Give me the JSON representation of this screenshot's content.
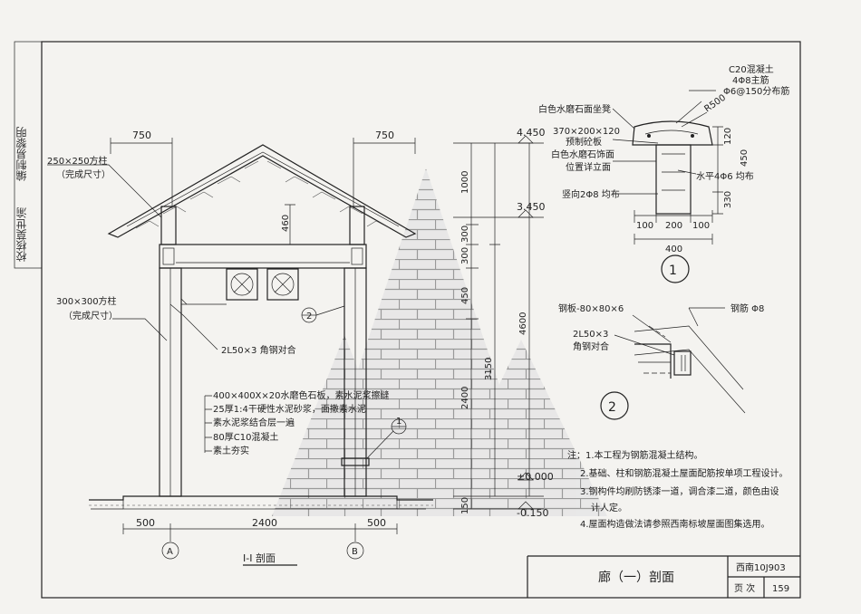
{
  "side_strip": {
    "row1": "校核",
    "row1b": "莫世渝",
    "row2": "编制",
    "row2b": "易黎明"
  },
  "section": {
    "title": "I-I 剖面",
    "axis_a": "A",
    "axis_b": "B",
    "dims_bottom": [
      "500",
      "2400",
      "500"
    ],
    "dim_top_left": "750",
    "dim_top_right": "750",
    "dim_460": "460",
    "column_top": "250×250方柱",
    "column_top_sub": "（完成尺寸）",
    "column_main": "300×300方柱",
    "column_main_sub": "（完成尺寸）",
    "angle_label": "2L50×3 角钢对合",
    "detail_ref_2": "2",
    "detail_ref_1": "1",
    "floor_layers": [
      "400×400X×20水磨色石板，素水泥浆擦缝",
      "25厚1:4干硬性水泥砂浆，面撒素水泥",
      "素水泥浆结合层一遍",
      "80厚C10混凝土",
      "素土夯实"
    ]
  },
  "elevations": {
    "top": "4.450",
    "mid": "3.450",
    "zero": "±0.000",
    "bottom": "-0.150",
    "dims": [
      "1000",
      "300",
      "300",
      "450",
      "3150",
      "2400",
      "4600",
      "150"
    ]
  },
  "detail1": {
    "number": "1",
    "concrete": "C20混凝土",
    "rebar_main": "4Φ8主筋",
    "rebar_dist": "Φ6@150分布筋",
    "radius": "R500",
    "seat": "白色水磨石面坐凳",
    "slab": "370×200×120",
    "slab_sub": "预制砼板",
    "finish": "白色水磨石饰面",
    "finish_sub": "位置详立面",
    "horiz": "水平4Φ6 均布",
    "vert": "竖向2Φ8 均布",
    "dims_w": [
      "100",
      "200",
      "100"
    ],
    "dim_total": "400",
    "dims_h": [
      "120",
      "450",
      "330"
    ]
  },
  "detail2": {
    "number": "2",
    "plate": "钢板-80×80×6",
    "rebar": "钢筋 Φ8",
    "angle": "2L50×3",
    "angle_sub": "角钢对合"
  },
  "notes": [
    "注：1.本工程为钢筋混凝土结构。",
    "2.基础、柱和钢筋混凝土屋面配筋按单项工程设计。",
    "3.钢构件均刷防锈漆一道，调合漆二道，颜色由设",
    "计人定。",
    "4.屋面构造做法请参照西南标坡屋面图集选用。"
  ],
  "title_block": {
    "drawing_title": "廊（一）剖面",
    "atlas": "西南10J903",
    "page_label": "页 次",
    "page_number": "159"
  },
  "colors": {
    "line": "#222222",
    "brick_fill": "#e8e8e8",
    "brick_line": "#777777",
    "paper": "#f4f3f0"
  }
}
